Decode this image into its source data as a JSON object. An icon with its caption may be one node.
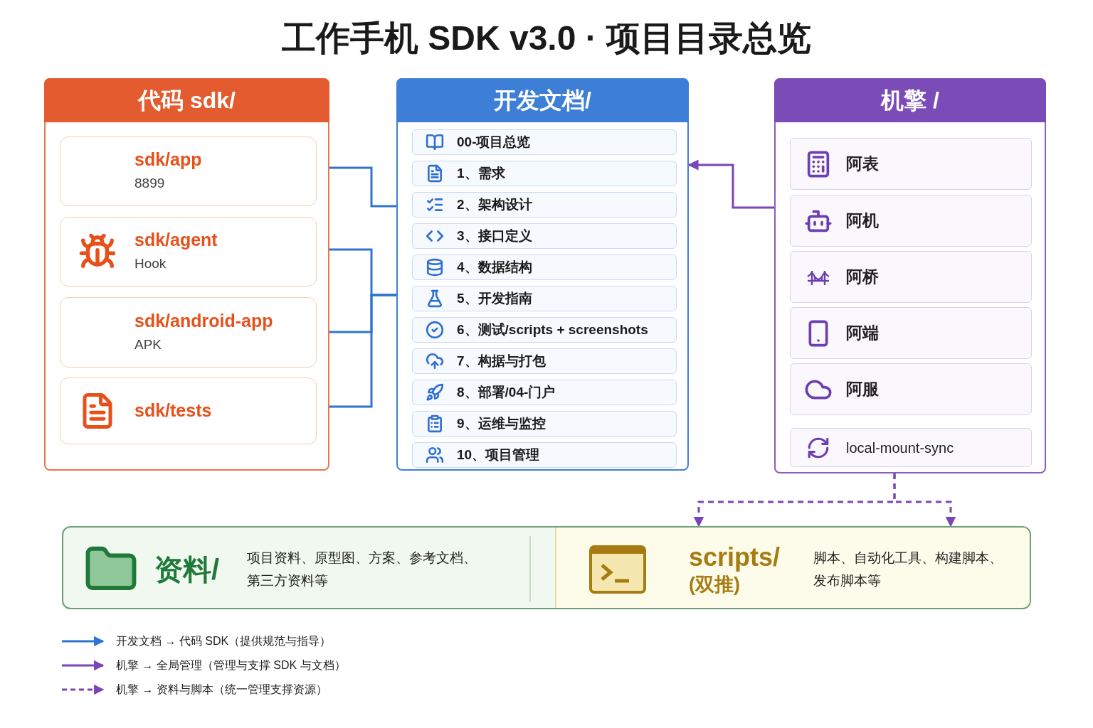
{
  "diagram": {
    "title": "工作手机 SDK v3.0 · 项目目录总览",
    "nodes": [
      {
        "text": [
          "代码 sdk/"
        ]
      },
      {
        "text": [
          "sdk/app",
          "8899"
        ],
        "in": 0
      },
      {
        "text": [
          "sdk/agent",
          "Hook"
        ],
        "in": 0
      },
      {
        "text": [
          "sdk/android-app",
          "APK"
        ],
        "in": 0
      },
      {
        "text": [
          "sdk/tests"
        ],
        "in": 0
      },
      {
        "text": [
          "开发文档/"
        ]
      },
      {
        "text": [
          "00-项目总览"
        ],
        "in": 5
      },
      {
        "text": [
          "1、需求"
        ],
        "in": 5
      },
      {
        "text": [
          "2、架构设计"
        ],
        "in": 5
      },
      {
        "text": [
          "3、接口定义"
        ],
        "in": 5
      },
      {
        "text": [
          "4、数据结构"
        ],
        "in": 5
      },
      {
        "text": [
          "5、开发指南"
        ],
        "in": 5
      },
      {
        "text": [
          "6、测试/scripts + screenshots"
        ],
        "in": 5
      },
      {
        "text": [
          "7、构据与打包"
        ],
        "in": 5
      },
      {
        "text": [
          "8、部署/04-门户"
        ],
        "in": 5
      },
      {
        "text": [
          "9、运维与监控"
        ],
        "in": 5
      },
      {
        "text": [
          "10、项目管理"
        ],
        "in": 5
      },
      {
        "text": [
          "机擎 /"
        ]
      },
      {
        "text": [
          "阿表"
        ],
        "in": 17
      },
      {
        "text": [
          "阿机"
        ],
        "in": 17
      },
      {
        "text": [
          "阿桥"
        ],
        "in": 17
      },
      {
        "text": [
          "阿端"
        ],
        "in": 17
      },
      {
        "text": [
          "阿服"
        ],
        "in": 17
      },
      {
        "text": [
          "local-mount-sync"
        ],
        "in": 17
      },
      {
        "text": [],
        "shape": "box"
      },
      {
        "text": [
          "资料/",
          "项目资料、原型图、方案、参考文档、第三方资料等"
        ],
        "in": 24
      },
      {
        "text": [
          "scripts/",
          "(双推)",
          "脚本、自动化工具、构建脚本、发布脚本等"
        ],
        "in": 24
      }
    ],
    "edges": [
      {
        "from": 5,
        "to": 1,
        "arrow": "to"
      },
      {
        "from": 5,
        "to": 2,
        "arrow": "to"
      },
      {
        "from": 5,
        "to": 3,
        "arrow": "to"
      },
      {
        "from": 5,
        "to": 4,
        "arrow": "to"
      },
      {
        "from": 17,
        "to": 5,
        "arrow": "to",
        "color": "#7b45b8"
      },
      {
        "from": 17,
        "to": 24,
        "arrow": "to",
        "style": "dashed",
        "color": "#7b45b8"
      },
      {
        "from": 17,
        "to": 24,
        "arrow": "to",
        "style": "dashed",
        "color": "#7b45b8"
      }
    ],
    "legend": [
      {
        "text": "开发文档 → 代码 SDK（提供规范与指导）"
      },
      {
        "text": "机擎 → 全局管理（管理与支撑 SDK 与文档）"
      },
      {
        "text": "机擎 → 资料与脚本（统一管理支撑资源）"
      }
    ]
  }
}
